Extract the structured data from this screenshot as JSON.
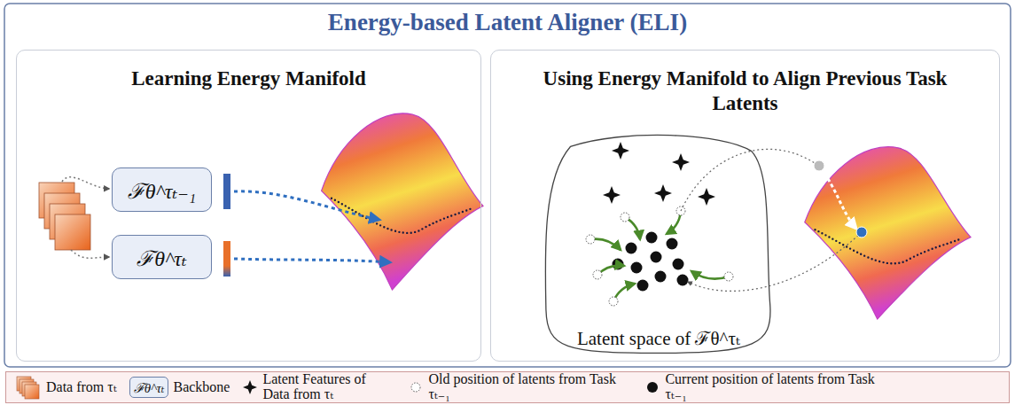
{
  "diagram": {
    "title": "Energy-based Latent Aligner (ELI)",
    "nodes": [
      {
        "text": [
          "Learning Energy Manifold"
        ]
      },
      {
        "text": [
          "ℱθ^τₜ₋₁"
        ],
        "in": 0
      },
      {
        "text": [
          "ℱθ^τₜ"
        ],
        "in": 0
      },
      {
        "text": [
          "Using Energy Manifold to Align Previous Task Latents"
        ]
      },
      {
        "text": [
          "Latent space of ℱθ^τₜ"
        ],
        "in": 3
      }
    ],
    "labels": [
      "ℱθ^τₜ"
    ],
    "legend": [
      {
        "text": "Data from τₜ"
      },
      {
        "text": "Backbone"
      },
      {
        "text": "Latent Features of Data from τₜ"
      },
      {
        "text": "Old position of latents from Task τₜ₋₁"
      },
      {
        "text": "Current position of latents from Task τₜ₋₁"
      }
    ]
  }
}
